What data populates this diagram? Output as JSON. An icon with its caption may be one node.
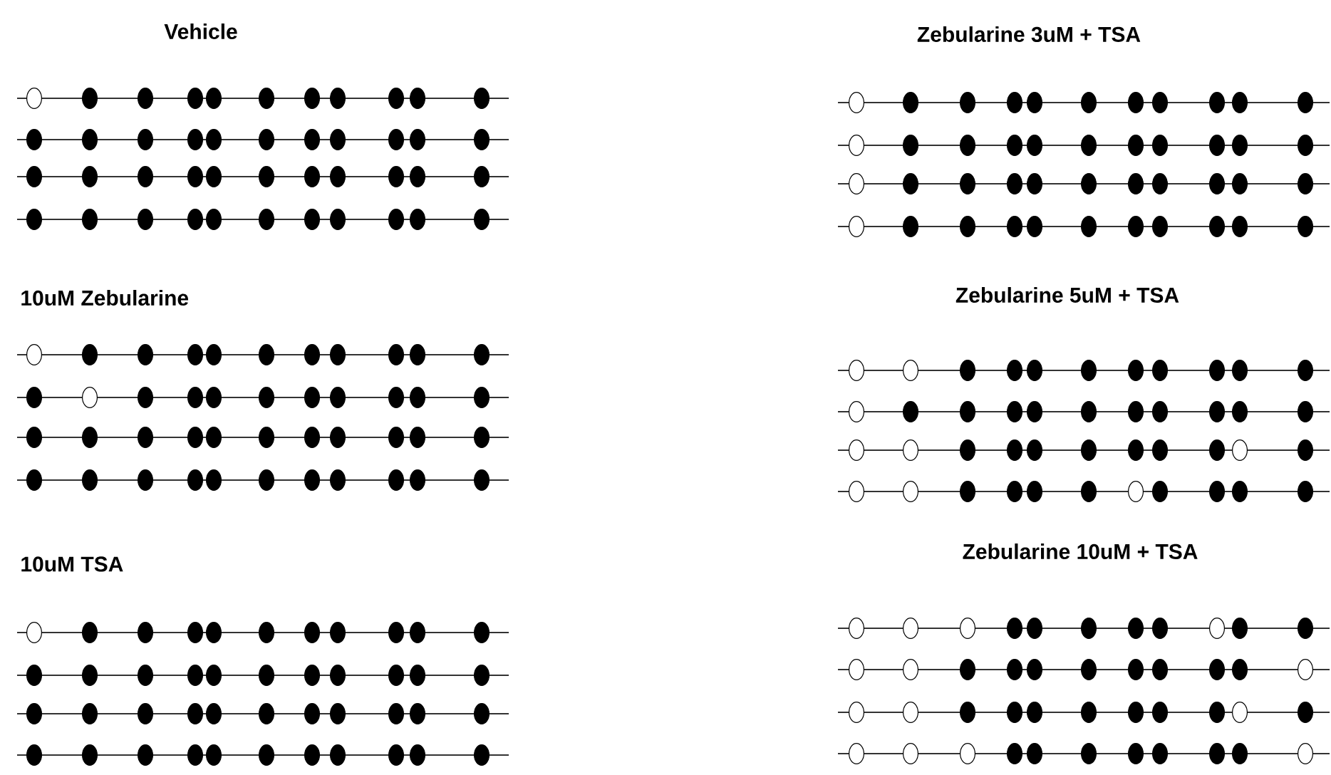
{
  "diagram": {
    "labels": [
      "Vehicle",
      "Zebularine 3uM + TSA",
      "10uM Zebularine",
      "Zebularine 5uM + TSA",
      "10uM TSA",
      "Zebularine 10uM + TSA"
    ]
  }
}
